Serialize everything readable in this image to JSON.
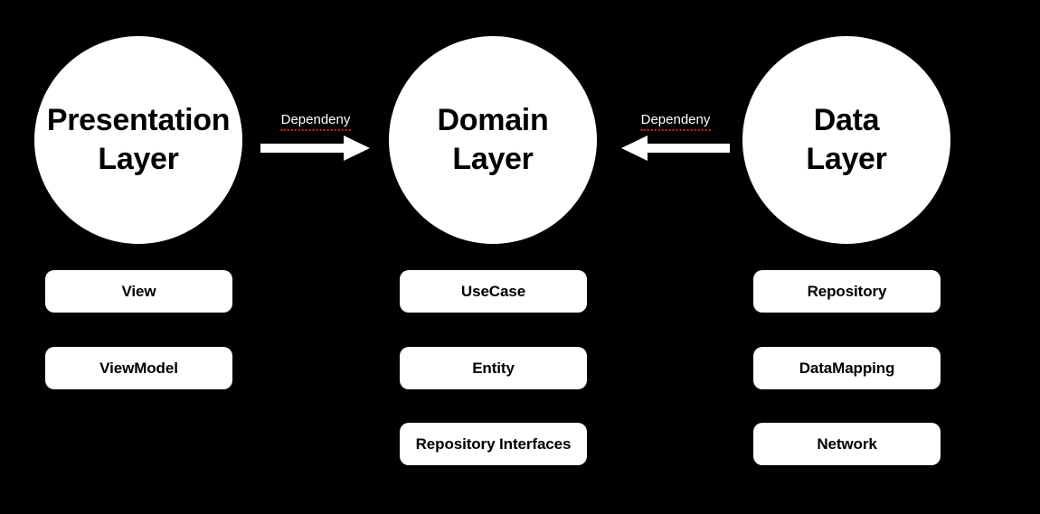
{
  "diagram": {
    "background_color": "#000000",
    "surface_color": "#ffffff",
    "spellcheck_underline_color": "#d32020",
    "layers": [
      {
        "id": "presentation",
        "title_line1": "Presentation",
        "title_line2": "Layer",
        "components": [
          "View",
          "ViewModel"
        ]
      },
      {
        "id": "domain",
        "title_line1": "Domain",
        "title_line2": "Layer",
        "components": [
          "UseCase",
          "Entity",
          "Repository Interfaces"
        ]
      },
      {
        "id": "data",
        "title_line1": "Data",
        "title_line2": "Layer",
        "components": [
          "Repository",
          "DataMapping",
          "Network"
        ]
      }
    ],
    "arrows": [
      {
        "id": "presentation-to-domain",
        "label": "Dependeny",
        "direction": "right",
        "from": "Presentation Layer",
        "to": "Domain Layer"
      },
      {
        "id": "data-to-domain",
        "label": "Dependeny",
        "direction": "left",
        "from": "Data Layer",
        "to": "Domain Layer"
      }
    ]
  }
}
